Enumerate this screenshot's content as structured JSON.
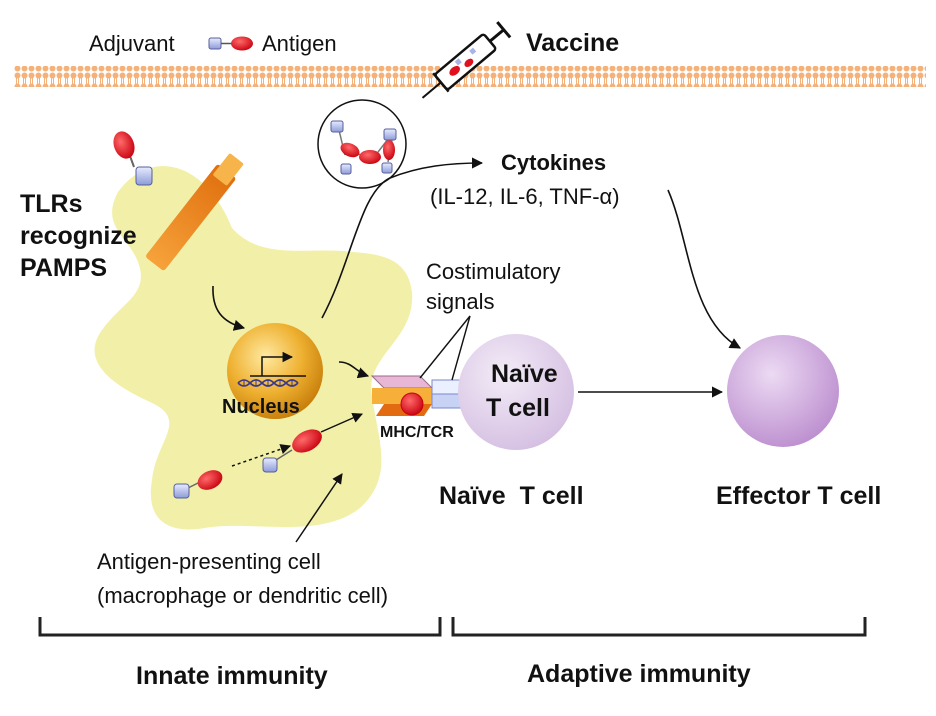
{
  "legend": {
    "adjuvant": "Adjuvant",
    "antigen": "Antigen",
    "vaccine": "Vaccine"
  },
  "tlr_label": [
    "TLRs",
    "recognize",
    "PAMPS"
  ],
  "cytokines": {
    "title": "Cytokines",
    "list": "(IL-12, IL-6, TNF-α)"
  },
  "costimulatory": [
    "Costimulatory",
    "signals"
  ],
  "nucleus": "Nucleus",
  "mhc_tcr": "MHC/TCR",
  "naive_cell_text": [
    "Naïve",
    "T cell"
  ],
  "naive_caption": "Naïve  T cell",
  "effector_caption": "Effector T cell",
  "apc_caption": [
    "Antigen-presenting cell",
    "(macrophage or dendritic cell)"
  ],
  "sections": {
    "innate": "Innate immunity",
    "adaptive": "Adaptive immunity"
  },
  "colors": {
    "membrane": "#f2b27a",
    "apc_body": "#f2f0a8",
    "nucleus": "#e5a21a",
    "naive_cell": "#dac6e6",
    "effector_cell": "#c79ad6",
    "antigen": "#e0101e",
    "adjuvant": "#a9b3e6",
    "receptor": "#f08a1a"
  },
  "icons": [
    "syringe-icon",
    "dna-icon",
    "antigen-adjuvant-icon"
  ]
}
